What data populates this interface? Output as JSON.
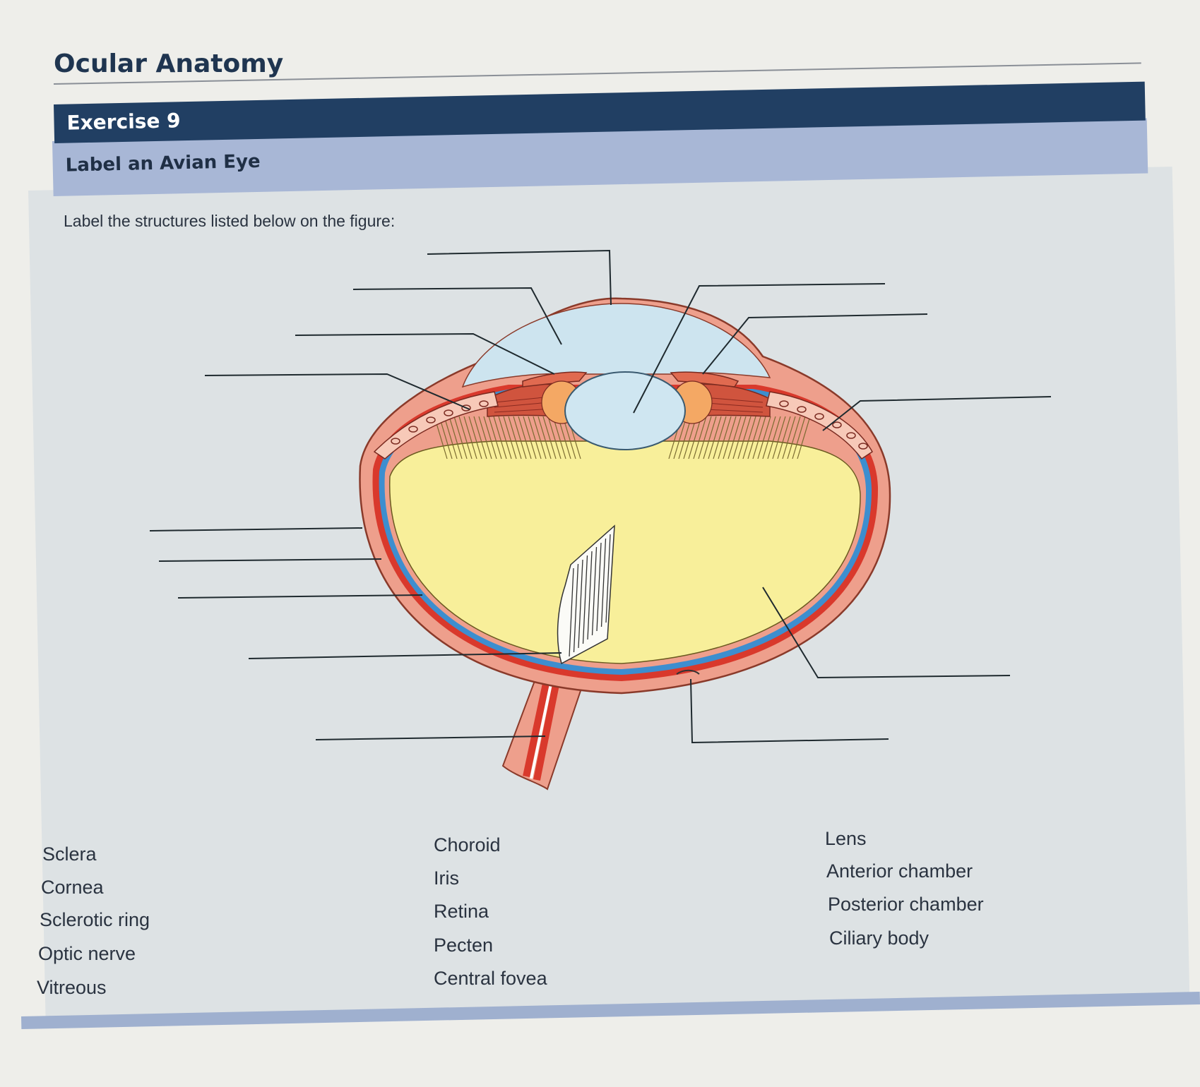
{
  "page": {
    "title": "Ocular Anatomy"
  },
  "exercise": {
    "number": "Exercise 9",
    "title": "Label an Avian Eye"
  },
  "instruction": "Label the structures listed below on the figure:",
  "terms": {
    "column_1": [
      "Sclera",
      "Cornea",
      "Sclerotic ring",
      "Optic nerve",
      "Vitreous"
    ],
    "column_2": [
      "Choroid",
      "Iris",
      "Retina",
      "Pecten",
      "Central fovea"
    ],
    "column_3": [
      "Lens",
      "Anterior chamber",
      "Posterior chamber",
      "Ciliary body"
    ]
  },
  "colors": {
    "header_bar": "#213f63",
    "subtitle_band": "#a8b7d6",
    "panel": "#dde2e4",
    "sclera": "#ee9f8c",
    "choroid": "#d9392c",
    "retina": "#3d8ecf",
    "vitreous": "#f8ef9a",
    "aqueous": "#cde4ef"
  }
}
